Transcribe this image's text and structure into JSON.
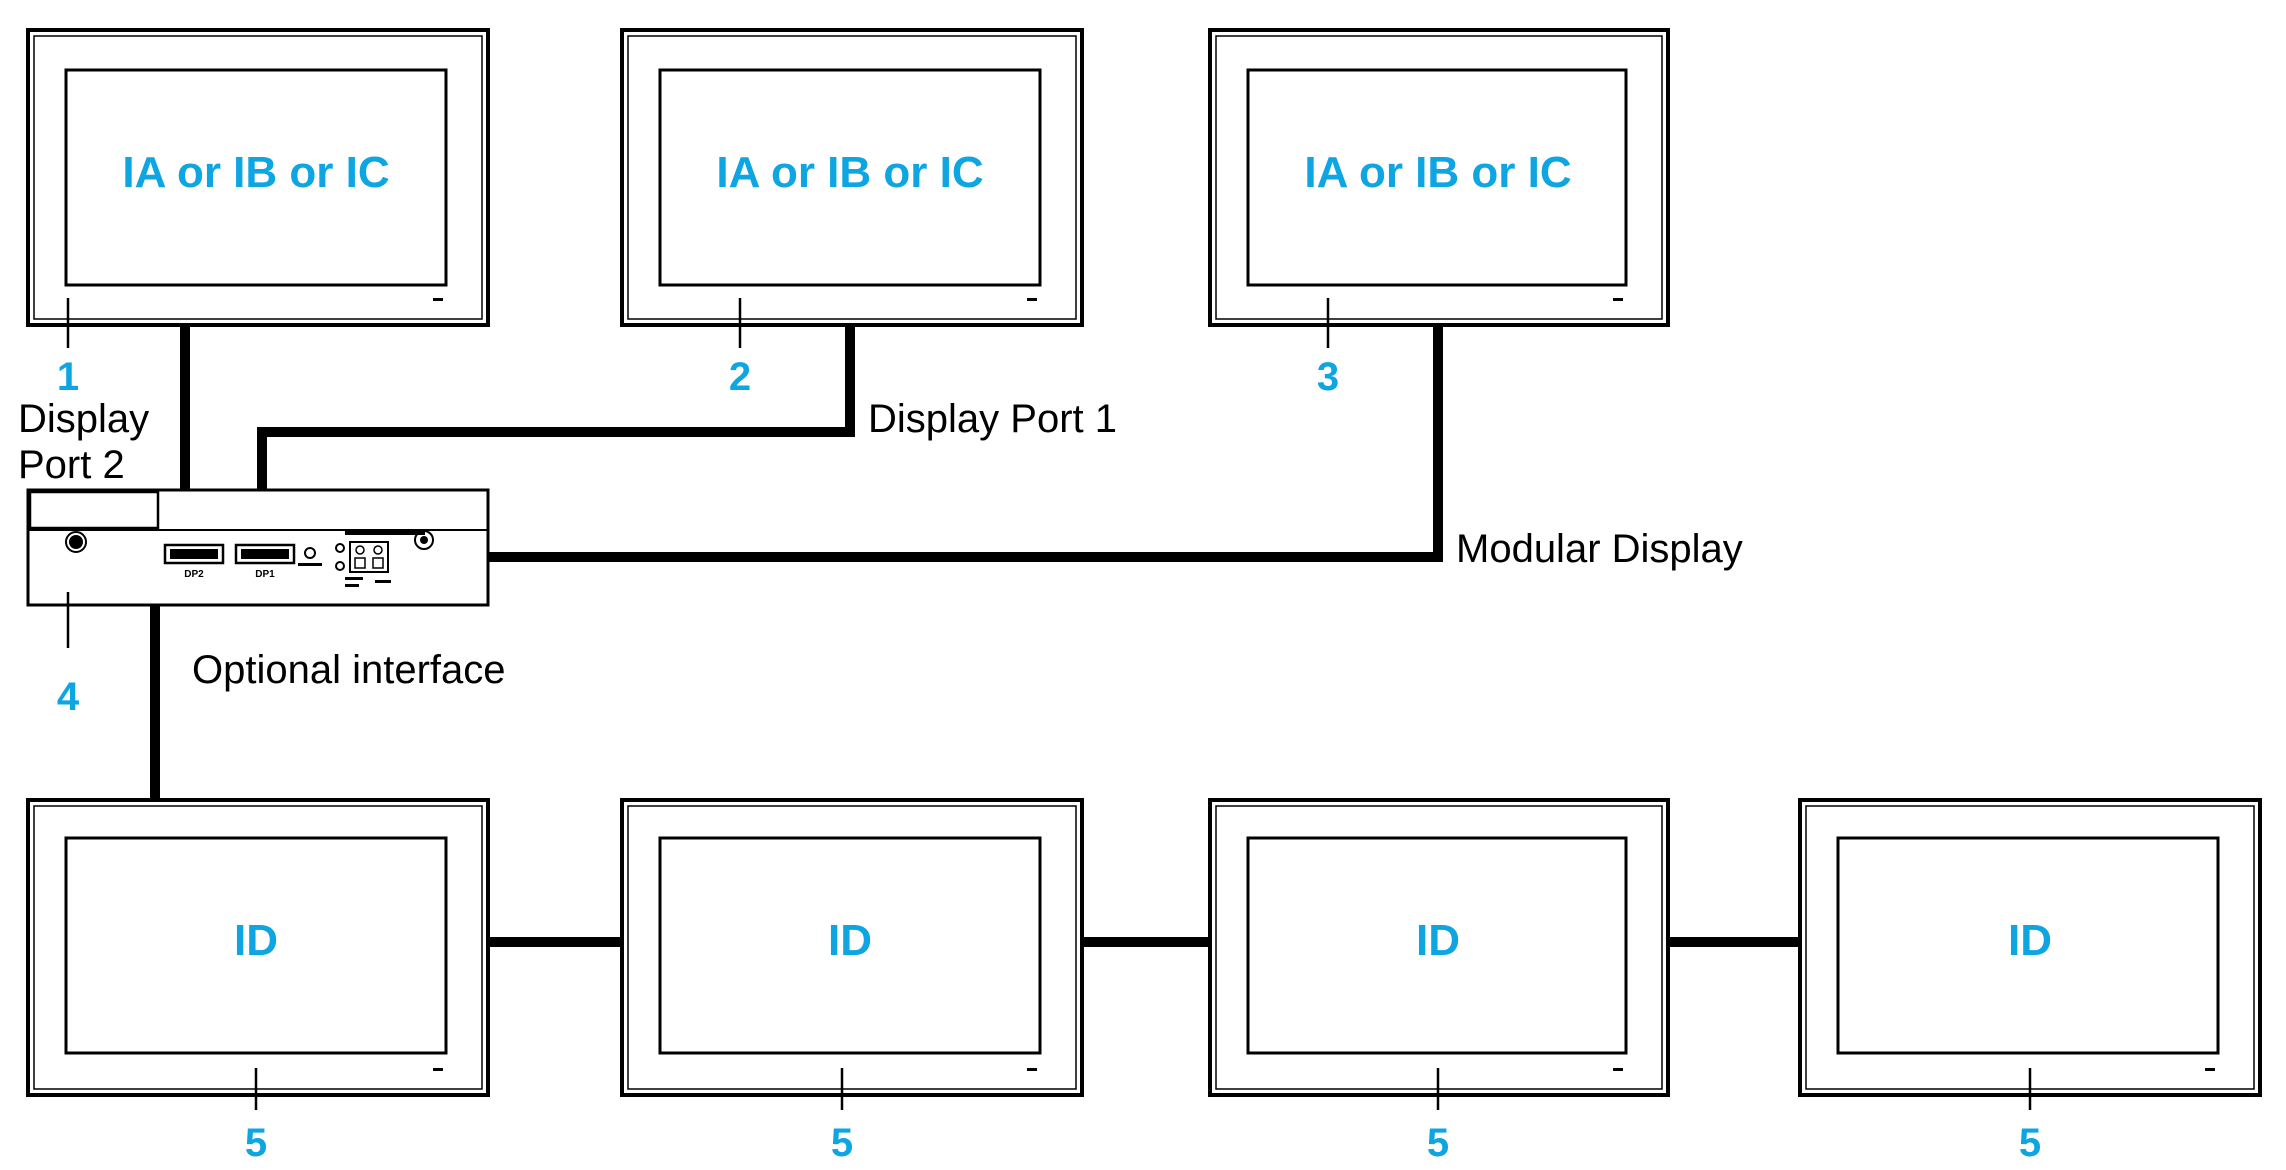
{
  "colors": {
    "accent": "#0ea5e3",
    "line": "#000000"
  },
  "monitors_top": [
    {
      "screen_text": "IA or IB or IC",
      "callout": "1"
    },
    {
      "screen_text": "IA or IB or IC",
      "callout": "2"
    },
    {
      "screen_text": "IA or IB or IC",
      "callout": "3"
    }
  ],
  "monitors_bottom": [
    {
      "screen_text": "ID",
      "callout": "5"
    },
    {
      "screen_text": "ID",
      "callout": "5"
    },
    {
      "screen_text": "ID",
      "callout": "5"
    },
    {
      "screen_text": "ID",
      "callout": "5"
    }
  ],
  "box": {
    "callout": "4",
    "port_dp2": "DP2",
    "port_dp1": "DP1"
  },
  "labels": {
    "display_port_2_line1": "Display",
    "display_port_2_line2": "Port 2",
    "display_port_1": "Display Port 1",
    "modular_display": "Modular Display",
    "optional_interface": "Optional interface"
  }
}
